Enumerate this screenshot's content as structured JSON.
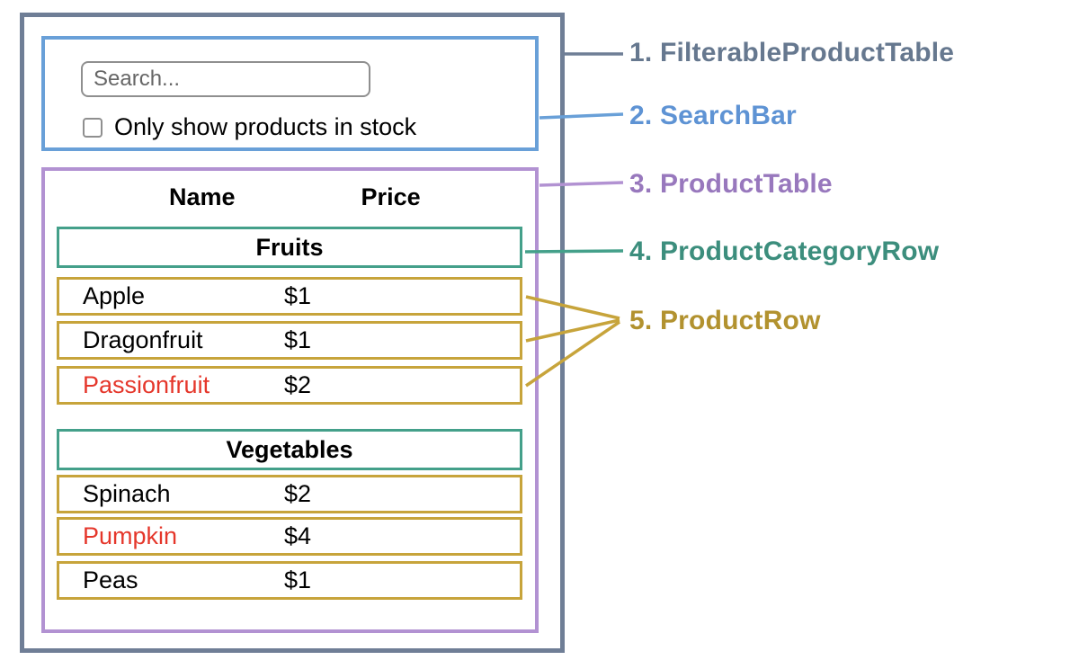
{
  "search_bar": {
    "input_placeholder": "Search...",
    "checkbox_label": "Only show products in stock",
    "checkbox_checked": false
  },
  "product_table": {
    "name_header": "Name",
    "price_header": "Price",
    "sections": [
      {
        "category": "Fruits",
        "rows": [
          {
            "name": "Apple",
            "price": "$1",
            "name_color": "#000000"
          },
          {
            "name": "Dragonfruit",
            "price": "$1",
            "name_color": "#000000"
          },
          {
            "name": "Passionfruit",
            "price": "$2",
            "name_color": "#E5372B"
          }
        ]
      },
      {
        "category": "Vegetables",
        "rows": [
          {
            "name": "Spinach",
            "price": "$2",
            "name_color": "#000000"
          },
          {
            "name": "Pumpkin",
            "price": "$4",
            "name_color": "#E5372B"
          },
          {
            "name": "Peas",
            "price": "$1",
            "name_color": "#000000"
          }
        ]
      }
    ]
  },
  "legend": [
    {
      "label": "1. FilterableProductTable",
      "color": "#66788F"
    },
    {
      "label": "2. SearchBar",
      "color": "#5E93D4"
    },
    {
      "label": "3. ProductTable",
      "color": "#9878BD"
    },
    {
      "label": "4. ProductCategoryRow",
      "color": "#3C8E7D"
    },
    {
      "label": "5. ProductRow",
      "color": "#B2922F"
    }
  ],
  "palette": {
    "filterable_product_table_border": "#6F7E96",
    "search_bar_border": "#69A0D8",
    "product_table_border": "#B292D2",
    "category_row_border": "#44A08A",
    "product_row_border": "#C7A43B",
    "highlight_text": "#E5372B"
  }
}
